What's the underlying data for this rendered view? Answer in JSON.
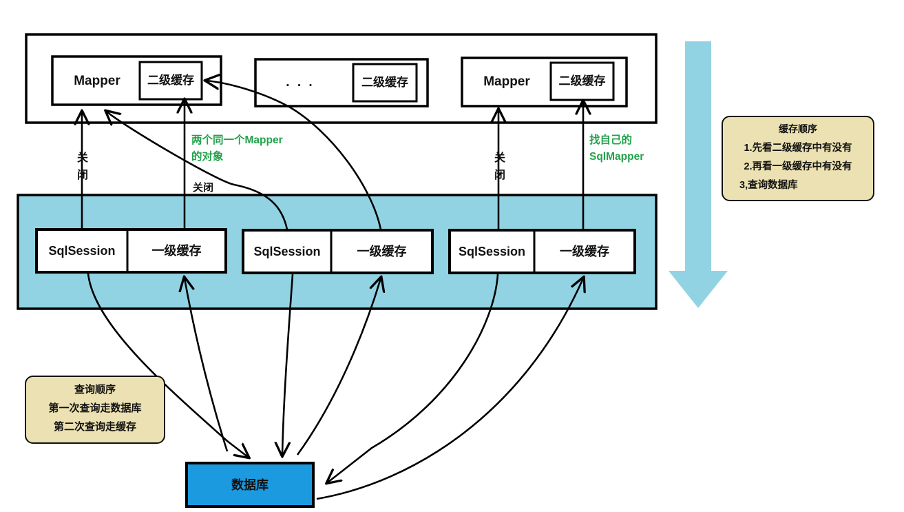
{
  "diagram": {
    "title": "MyBatis Cache Architecture Diagram",
    "colors": {
      "session_band": "#92d3e3",
      "database_fill": "#1b9ae0",
      "note_fill": "#ece1b2",
      "note_border": "#111111",
      "green_text": "#22a14b",
      "big_arrow": "#92d3e3",
      "stroke": "#000000"
    }
  },
  "mapper_layer": {
    "name": "mapper-layer",
    "mappers": [
      {
        "title": "Mapper",
        "cache_label": "二级缓存"
      },
      {
        "title": ". . .",
        "cache_label": "二级缓存"
      },
      {
        "title": "Mapper",
        "cache_label": "二级缓存"
      }
    ]
  },
  "session_layer": {
    "name": "sqlsession-layer",
    "sessions": [
      {
        "title": "SqlSession",
        "cache_label": "一级缓存"
      },
      {
        "title": "SqlSession",
        "cache_label": "一级缓存"
      },
      {
        "title": "SqlSession",
        "cache_label": "一级缓存"
      }
    ]
  },
  "database": {
    "label": "数据库"
  },
  "annotations": {
    "close_left": "关闭",
    "close_middle": "关闭",
    "close_right": "关闭",
    "same_mapper_line1": "两个同一个Mapper",
    "same_mapper_line2": "的对象",
    "own_sqlmapper_line1": "找自己的",
    "own_sqlmapper_line2": "SqlMapper"
  },
  "note_cache_order": {
    "title": "缓存顺序",
    "lines": [
      "1.先看二级缓存中有没有",
      "2.再看一级缓存中有没有",
      "3,查询数据库"
    ]
  },
  "note_query_order": {
    "title": "查询顺序",
    "lines": [
      "第一次查询走数据库",
      "第二次查询走缓存"
    ]
  },
  "big_arrow": {
    "name": "downward-flow-arrow",
    "direction": "down"
  }
}
